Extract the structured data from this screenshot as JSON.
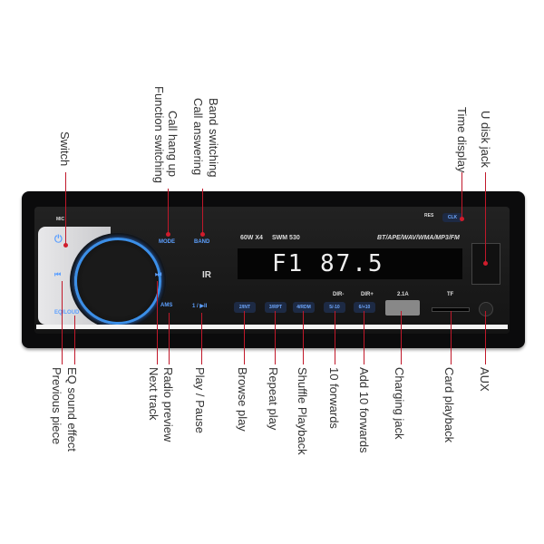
{
  "device": {
    "mic": "MIC",
    "mode": "MODE",
    "band": "BAND",
    "ir": "IR",
    "ams": "AMS",
    "play": "1 / ▶II",
    "eq": "EQ/LOUD",
    "power_icon": "⏻",
    "prev_icon": "⏮",
    "next_icon": "⏭",
    "power_rating": "60W X4",
    "model": "SWM 530",
    "formats": "BT/APE/WAV/WMA/MP3/FM",
    "res": "RES",
    "clk": "CLK",
    "display": "F1  87.5",
    "presets": [
      "2/INT",
      "3/RPT",
      "4/RDM",
      "5/-10",
      "6/+10"
    ],
    "dir_minus": "DIR-",
    "dir_plus": "DIR+",
    "usb_rating": "2.1A",
    "tf": "TF",
    "accent": "#3b8fe8",
    "callout_color": "#c0182a"
  },
  "top_labels": {
    "switch": "Switch",
    "call_hang_up": "Call hang up",
    "function_switching": "Function switching",
    "band_switching": "Band switching",
    "call_answering": "Call answering",
    "time_display": "Time display",
    "u_disk_jack": "U disk jack"
  },
  "bottom_labels": {
    "previous": "Previous piece",
    "eq": "EQ sound effect",
    "next": "Next track",
    "radio_preview": "Radio preview",
    "play_pause": "Play / Pause",
    "browse": "Browse play",
    "repeat": "Repeat play",
    "shuffle": "Shuffle Playback",
    "ten_forwards": "10 forwards",
    "add_ten": "Add 10 forwards",
    "charging": "Charging jack",
    "card": "Card playback",
    "aux": "AUX"
  }
}
